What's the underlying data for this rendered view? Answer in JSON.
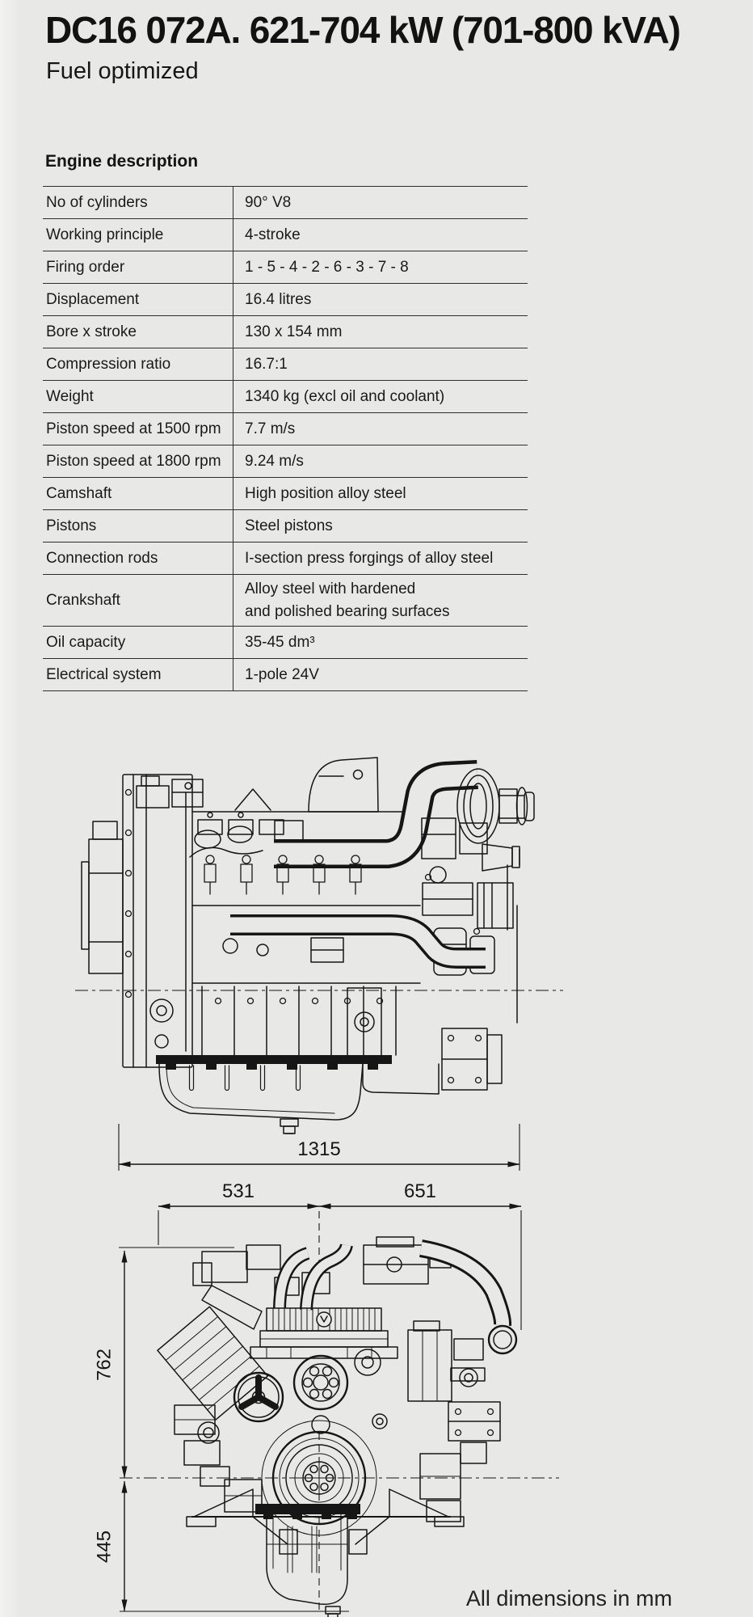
{
  "page": {
    "title": "DC16 072A. 621-704 kW (701-800 kVA)",
    "subtitle": "Fuel optimized",
    "dimensions_note": "All dimensions in mm",
    "background_color": "#e8e8e6",
    "line_color": "#161616",
    "text_color": "#1a1a1a"
  },
  "engine_table": {
    "heading": "Engine description",
    "rows": [
      {
        "label": "No of cylinders",
        "value": "90° V8"
      },
      {
        "label": "Working principle",
        "value": "4-stroke"
      },
      {
        "label": "Firing order",
        "value": "1 - 5 - 4 - 2 - 6 - 3 - 7 - 8"
      },
      {
        "label": "Displacement",
        "value": "16.4 litres"
      },
      {
        "label": "Bore x stroke",
        "value": "130 x 154 mm"
      },
      {
        "label": "Compression ratio",
        "value": "16.7:1"
      },
      {
        "label": "Weight",
        "value": "1340 kg (excl oil and coolant)"
      },
      {
        "label": "Piston speed at 1500 rpm",
        "value": "7.7 m/s"
      },
      {
        "label": "Piston speed at 1800 rpm",
        "value": "9.24 m/s"
      },
      {
        "label": "Camshaft",
        "value": "High position alloy steel"
      },
      {
        "label": "Pistons",
        "value": "Steel pistons"
      },
      {
        "label": "Connection rods",
        "value": "I-section press forgings of alloy steel"
      },
      {
        "label": "Crankshaft",
        "value": "Alloy steel with hardened\nand polished bearing surfaces"
      },
      {
        "label": "Oil capacity",
        "value": "35-45 dm³"
      },
      {
        "label": "Electrical system",
        "value": "1-pole 24V"
      }
    ]
  },
  "drawings": {
    "side_view": {
      "length_mm": "1315"
    },
    "front_view": {
      "width_left_mm": "531",
      "width_right_mm": "651",
      "height_upper_mm": "762",
      "height_lower_mm": "445"
    }
  }
}
